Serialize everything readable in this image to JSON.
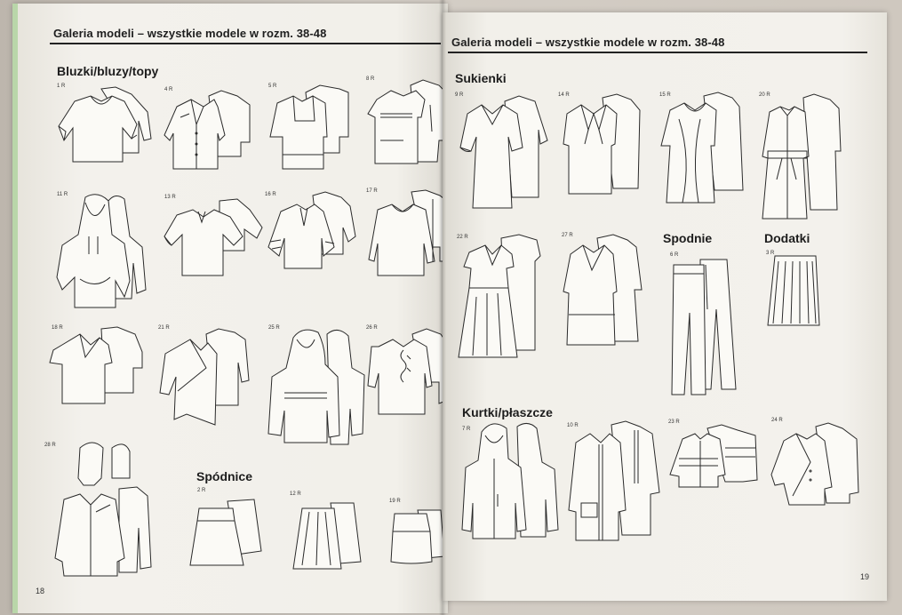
{
  "left_page": {
    "header": "Galeria modeli – wszystkie modele w rozm. 38-48",
    "section_tops": "Bluzki/bluzy/topy",
    "section_skirts": "Spódnice",
    "page_number": "18",
    "models": [
      "1 R",
      "4 R",
      "5 R",
      "8 R",
      "11 R",
      "13 R",
      "16 R",
      "17 R",
      "18 R",
      "21 R",
      "25 R",
      "26 R",
      "28 R",
      "2 R",
      "12 R",
      "19 R"
    ]
  },
  "right_page": {
    "header": "Galeria modeli – wszystkie modele w rozm. 38-48",
    "section_dresses": "Sukienki",
    "section_trousers": "Spodnie",
    "section_accessories": "Dodatki",
    "section_jackets": "Kurtki/płaszcze",
    "page_number": "19",
    "models": [
      "9 R",
      "14 R",
      "15 R",
      "20 R",
      "22 R",
      "27 R",
      "6 R",
      "3 R",
      "7 R",
      "10 R",
      "23 R",
      "24 R"
    ]
  },
  "colors": {
    "paper": "#f1efe9",
    "ink": "#222222",
    "table": "#c9c3bb",
    "edge": "#b9d6a9"
  }
}
